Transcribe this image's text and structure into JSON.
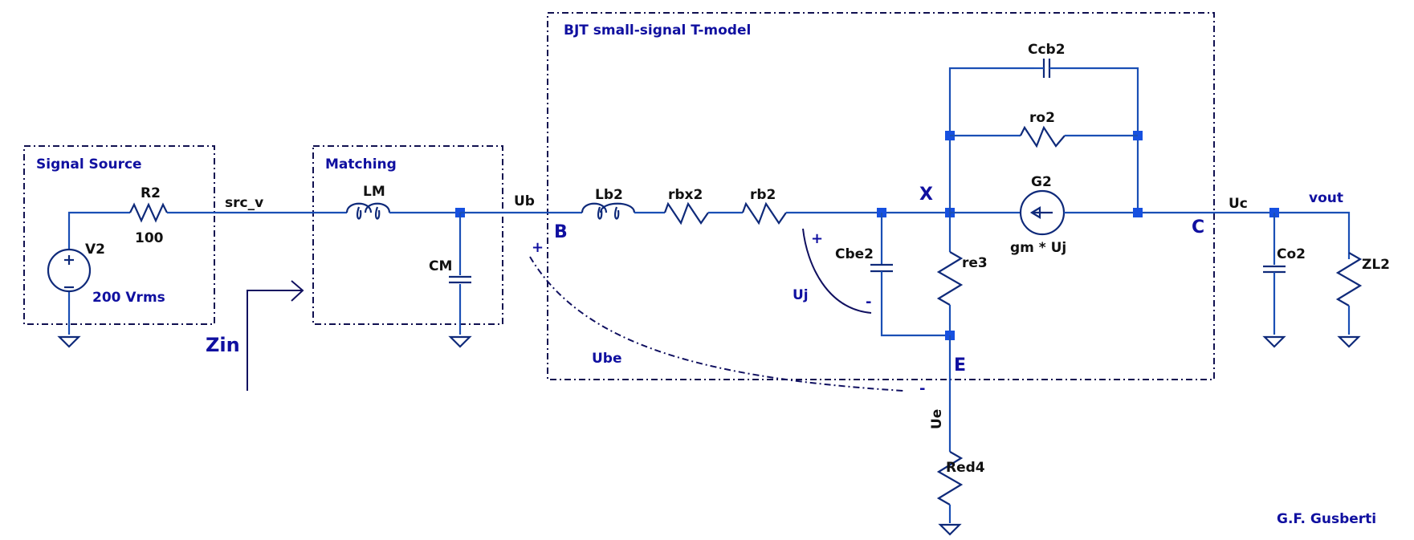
{
  "blocks": {
    "signal_source": "Signal Source",
    "matching": "Matching",
    "bjt_model": "BJT small-signal T-model"
  },
  "components": {
    "V2": {
      "name": "V2",
      "value": "200 Vrms"
    },
    "R2": {
      "name": "R2",
      "value": "100"
    },
    "LM": {
      "name": "LM"
    },
    "CM": {
      "name": "CM"
    },
    "Lb2": {
      "name": "Lb2"
    },
    "rbx2": {
      "name": "rbx2"
    },
    "rb2": {
      "name": "rb2"
    },
    "Cbe2": {
      "name": "Cbe2"
    },
    "re3": {
      "name": "re3"
    },
    "Ccb2": {
      "name": "Ccb2"
    },
    "ro2": {
      "name": "ro2"
    },
    "G2": {
      "name": "G2",
      "value": "gm * Uj"
    },
    "Co2": {
      "name": "Co2"
    },
    "ZL2": {
      "name": "ZL2"
    },
    "Red4": {
      "name": "Red4"
    }
  },
  "nets": {
    "src_v": "src_v",
    "Ub": "Ub",
    "Uc": "Uc",
    "vout": "vout",
    "Ue": "Ue"
  },
  "nodes": {
    "B": "B",
    "X": "X",
    "C": "C",
    "E": "E"
  },
  "annotations": {
    "zin": "Zin",
    "uj": "Uj",
    "ube": "Ube",
    "plus": "+",
    "minus": "-",
    "author": "G.F. Gusberti"
  }
}
